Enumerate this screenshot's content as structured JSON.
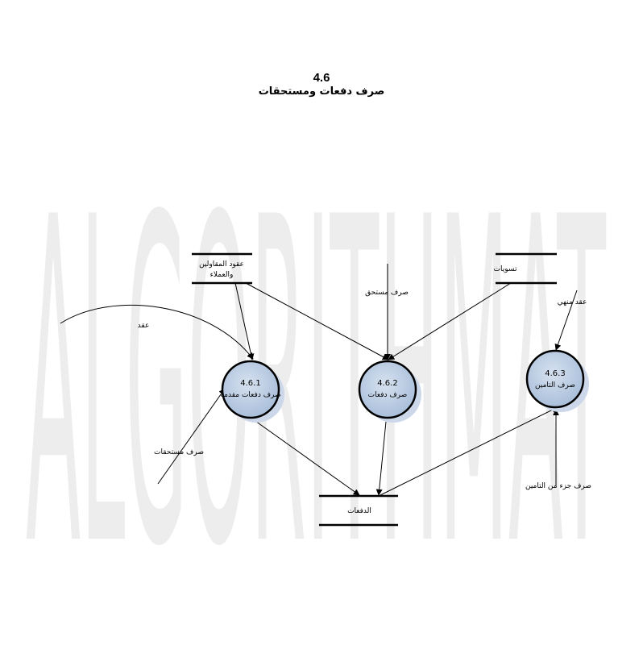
{
  "watermark": "ALGORITHMAT",
  "diagram": {
    "number": "4.6",
    "title": "صرف دفعات ومستحقات"
  },
  "processes": [
    {
      "id": "4.6.1",
      "name": "صرف دفعات مقدمة"
    },
    {
      "id": "4.6.2",
      "name": "صرف دفعات"
    },
    {
      "id": "4.6.3",
      "name": "صرف التامين"
    }
  ],
  "stores": {
    "contracts": {
      "line1": "عقود المقاولين",
      "line2": "والعملاء"
    },
    "settlements": "تسويات",
    "payments": "الدفعات"
  },
  "flows": {
    "contract": "عقد",
    "due_payment": "صرف مستحق",
    "contract_ended": "عقد منهي",
    "dues_payment": "صرف مستحقات",
    "partial_insurance": "صرف جزء من التامين"
  },
  "colors": {
    "process_fill": "#b5c7df",
    "process_shadow": "#ccd7ea",
    "watermark": "#ededed",
    "line": "#000000"
  }
}
